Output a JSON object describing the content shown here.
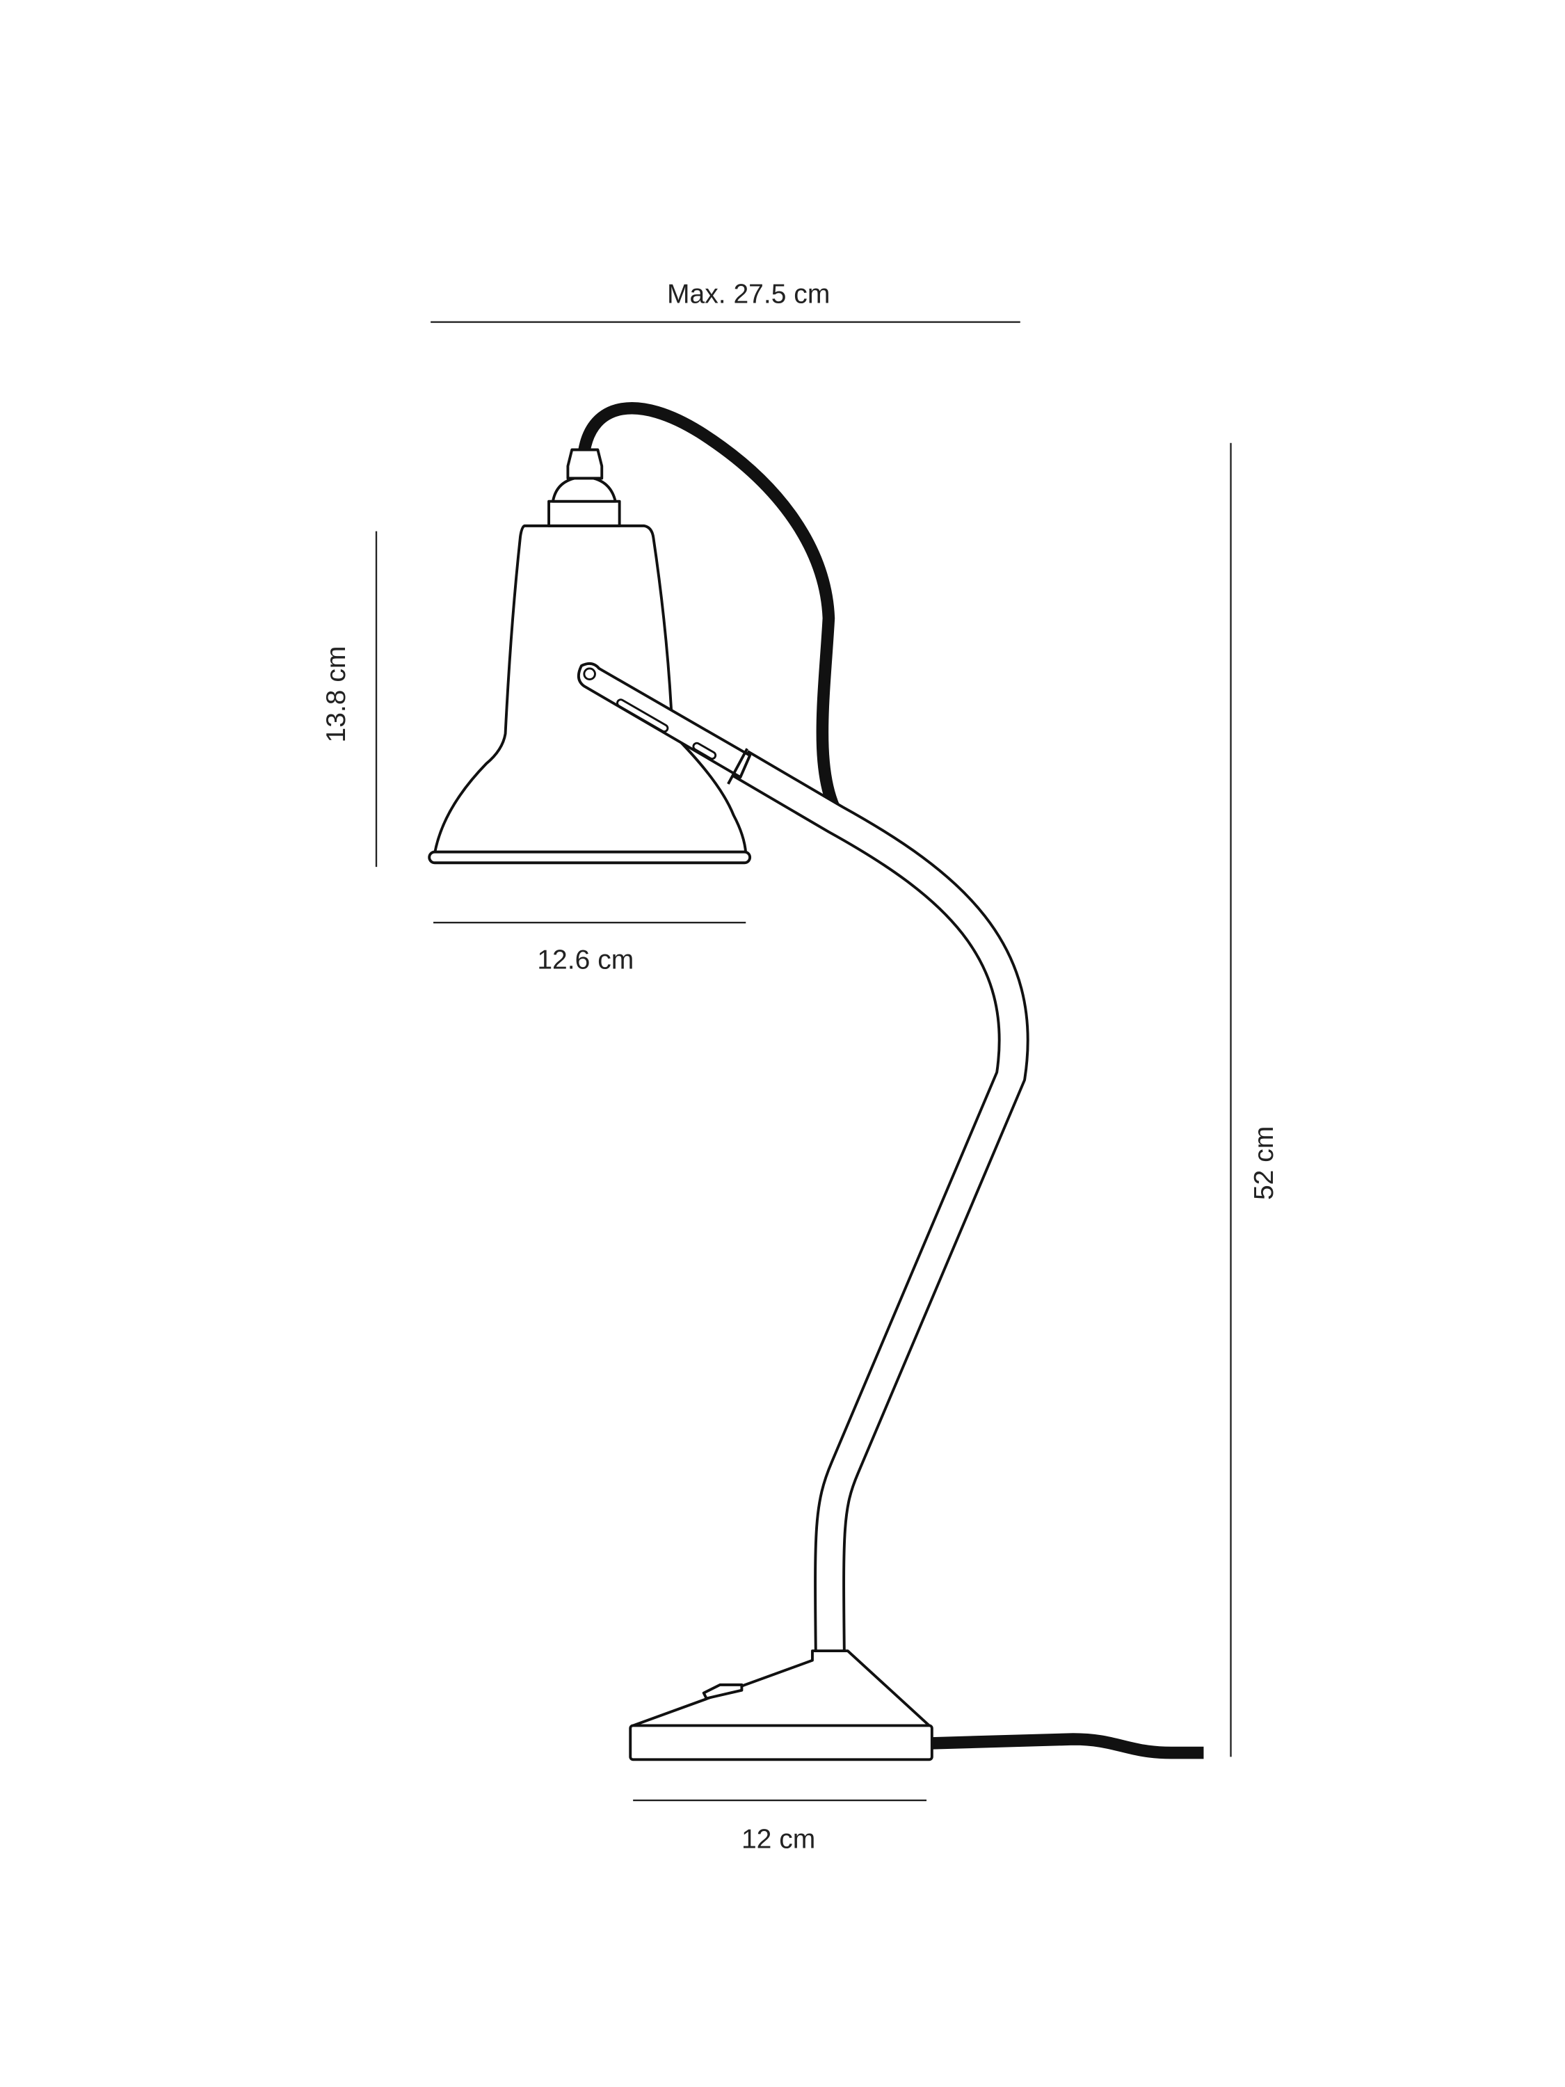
{
  "dimensions": {
    "max_width": "Max. 27.5 cm",
    "shade_height": "13.8 cm",
    "shade_width": "12.6 cm",
    "total_height": "52 cm",
    "base_width": "12 cm"
  },
  "colors": {
    "line": "#111111",
    "background": "#ffffff"
  }
}
